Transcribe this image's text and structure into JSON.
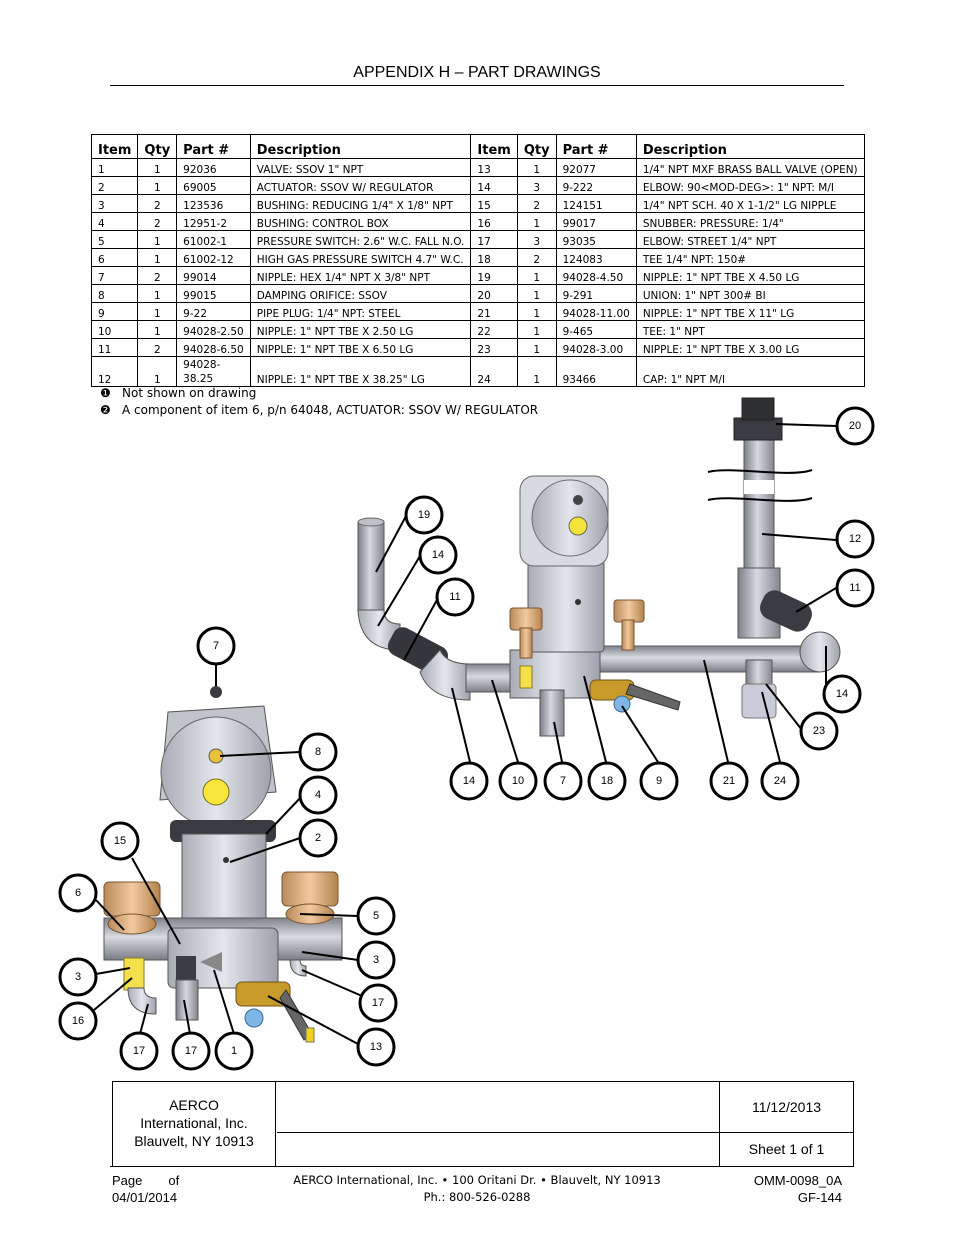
{
  "header": {
    "title": "APPENDIX H – PART DRAWINGS"
  },
  "parts_table": {
    "columns": [
      "Item",
      "Qty",
      "Part #",
      "Description",
      "Item",
      "Qty",
      "Part #",
      "Description"
    ],
    "rows": [
      {
        "item": "1",
        "qty": "1",
        "part": "92036",
        "desc": "VALVE: SSOV 1\" NPT",
        "item2": "13",
        "qty2": "1",
        "part2": "92077",
        "desc2": "1/4\" NPT MXF BRASS BALL VALVE (OPEN)"
      },
      {
        "item": "2",
        "qty": "1",
        "part": "69005",
        "desc": "ACTUATOR: SSOV W/ REGULATOR",
        "item2": "14",
        "qty2": "3",
        "part2": "9-222",
        "desc2": "ELBOW: 90<MOD-DEG>: 1\" NPT: M/I"
      },
      {
        "item": "3",
        "qty": "2",
        "part": "123536",
        "desc": "BUSHING: REDUCING 1/4\" X 1/8\" NPT",
        "item2": "15",
        "qty2": "2",
        "part2": "124151",
        "desc2": "1/4\" NPT SCH. 40 X 1-1/2\" LG NIPPLE"
      },
      {
        "item": "4",
        "qty": "2",
        "part": "12951-2",
        "desc": "BUSHING: CONTROL BOX",
        "item2": "16",
        "qty2": "1",
        "part2": "99017",
        "desc2": "SNUBBER: PRESSURE: 1/4\""
      },
      {
        "item": "5",
        "qty": "1",
        "part": "61002-1",
        "desc": "PRESSURE SWITCH: 2.6\" W.C. FALL N.O.",
        "item2": "17",
        "qty2": "3",
        "part2": "93035",
        "desc2": "ELBOW: STREET 1/4\" NPT"
      },
      {
        "item": "6",
        "qty": "1",
        "part": "61002-12",
        "desc": "HIGH GAS PRESSURE SWITCH 4.7\" W.C.",
        "item2": "18",
        "qty2": "2",
        "part2": "124083",
        "desc2": "TEE 1/4\" NPT: 150#"
      },
      {
        "item": "7",
        "qty": "2",
        "part": "99014",
        "desc": "NIPPLE: HEX 1/4\" NPT X 3/8\" NPT",
        "item2": "19",
        "qty2": "1",
        "part2": "94028-4.50",
        "desc2": "NIPPLE: 1\" NPT TBE X 4.50 LG"
      },
      {
        "item": "8",
        "qty": "1",
        "part": "99015",
        "desc": "DAMPING ORIFICE: SSOV",
        "item2": "20",
        "qty2": "1",
        "part2": "9-291",
        "desc2": "UNION: 1\" NPT 300# BI"
      },
      {
        "item": "9",
        "qty": "1",
        "part": "9-22",
        "desc": "PIPE PLUG: 1/4\" NPT: STEEL",
        "item2": "21",
        "qty2": "1",
        "part2": "94028-11.00",
        "desc2": "NIPPLE: 1\" NPT TBE X 11\" LG"
      },
      {
        "item": "10",
        "qty": "1",
        "part": "94028-2.50",
        "desc": "NIPPLE: 1\" NPT TBE X 2.50 LG",
        "item2": "22",
        "qty2": "1",
        "part2": "9-465",
        "desc2": "TEE: 1\" NPT"
      },
      {
        "item": "11",
        "qty": "2",
        "part": "94028-6.50",
        "desc": "NIPPLE: 1\" NPT TBE X 6.50 LG",
        "item2": "23",
        "qty2": "1",
        "part2": "94028-3.00",
        "desc2": "NIPPLE: 1\" NPT TBE X 3.00 LG"
      },
      {
        "item": "12",
        "qty": "1",
        "part": "94028-38.25",
        "desc": "NIPPLE: 1\" NPT TBE X 38.25\" LG",
        "item2": "24",
        "qty2": "1",
        "part2": "93466",
        "desc2": "CAP: 1\" NPT M/I"
      }
    ]
  },
  "notes": [
    {
      "mark": "❶",
      "text": "Not shown on drawing"
    },
    {
      "mark": "❷",
      "text": "A component of item 6, p/n 64048, ACTUATOR: SSOV W/ REGULATOR"
    }
  ],
  "drawing_callouts": {
    "c20": "20",
    "c12": "12",
    "c11r": "11",
    "c14r": "14",
    "c23": "23",
    "c24": "24",
    "c19": "19",
    "c14a": "14",
    "c11a": "11",
    "c14b": "14",
    "c10": "10",
    "c7b": "7",
    "c18": "18",
    "c9": "9",
    "c21": "21",
    "c7": "7",
    "c8": "8",
    "c4": "4",
    "c2": "2",
    "c15": "15",
    "c6": "6",
    "c5": "5",
    "c3l": "3",
    "c3r": "3",
    "c16": "16",
    "c17r": "17",
    "c17a": "17",
    "c17b": "17",
    "c1": "1",
    "c13": "13"
  },
  "title_block": {
    "company_line1": "AERCO",
    "company_line2": "International, Inc.",
    "company_line3": "Blauvelt, NY 10913",
    "date": "11/12/2013",
    "sheet": "Sheet 1 of 1"
  },
  "footer": {
    "page_label": "Page",
    "of_label": "of",
    "date": "04/01/2014",
    "address_line1": "AERCO International, Inc. • 100 Oritani Dr. •  Blauvelt, NY 10913",
    "address_line2": "Ph.: 800-526-0288",
    "doc_number": "OMM-0098_0A",
    "form_number": "GF-144"
  }
}
